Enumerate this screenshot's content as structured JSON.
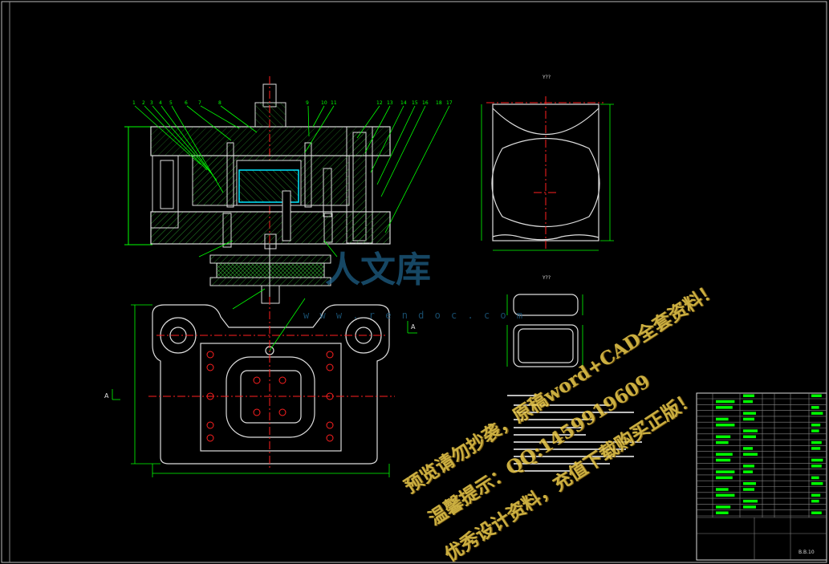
{
  "drawing": {
    "accent_green": "#00ff00",
    "accent_red": "#ff2020",
    "accent_white": "#e0e0e0",
    "accent_cyan": "#00e5ff"
  },
  "part_numbers_top": [
    "1",
    "2",
    "3",
    "4",
    "5",
    "6",
    "7",
    "8",
    "9",
    "10",
    "11",
    "12",
    "13",
    "14",
    "15",
    "16",
    "17",
    "18"
  ],
  "section_marker": "A",
  "view_labels": {
    "view_1": "Y??",
    "view_2": "Y??"
  },
  "title_block": {
    "drawing_no": "B.B.10"
  },
  "logo": {
    "text": "人文库",
    "url": "w w w . r e n d o c . c o m"
  },
  "watermark": {
    "line1": "预览请勿抄袭，原稿word+CAD全套资料！",
    "line2": "温馨提示：QQ:1459919609",
    "line3": "优秀设计资料，充值下载购买正版！"
  }
}
